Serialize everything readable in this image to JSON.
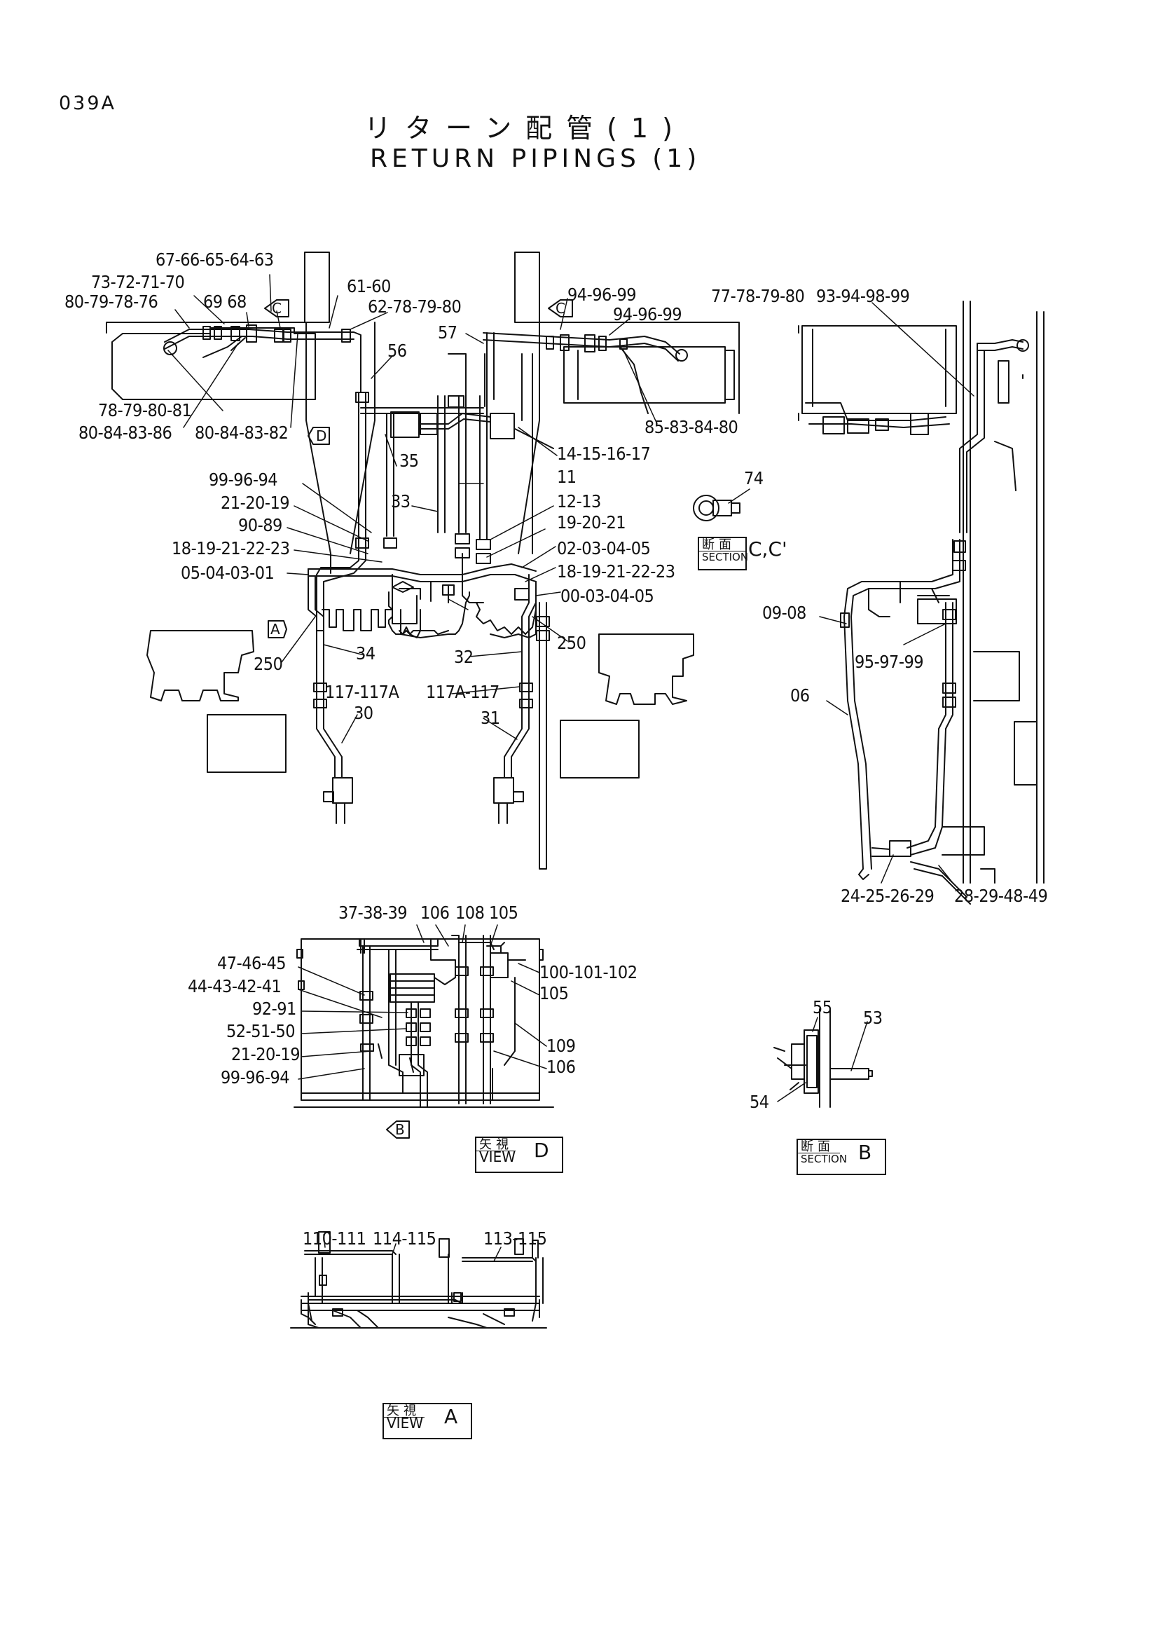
{
  "header": {
    "page_code": "039A",
    "title_jp": "リターン配管(1)",
    "title_en": "RETURN PIPINGS (1)"
  },
  "callouts": {
    "c_67_63": "67-66-65-64-63",
    "c_73_70": "73-72-71-70",
    "c_80_76": "80-79-78-76",
    "c_69_68": "69 68",
    "c_61_60": "61-60",
    "c_62_80": "62-78-79-80",
    "c_56": "56",
    "c_78_81": "78-79-80-81",
    "c_80_86": "80-84-83-86",
    "c_80_82": "80-84-83-82",
    "c_94_99a": "94-96-99",
    "c_94_99b": "94-96-99",
    "c_77_80": "77-78-79-80",
    "c_57": "57",
    "c_85_80": "85-83-84-80",
    "c_93_99": "93-94-98-99",
    "c_14_17": "14-15-16-17",
    "c_35": "35",
    "c_11": "11",
    "c_33": "33",
    "c_12_13": "12-13",
    "c_19_21": "19-20-21",
    "c_99_94a": "99-96-94",
    "c_21_19a": "21-20-19",
    "c_90_89": "90-89",
    "c_18_23a": "18-19-21-22-23",
    "c_05_01": "05-04-03-01",
    "c_02_05": "02-03-04-05",
    "c_18_23b": "18-19-21-22-23",
    "c_00_05": "00-03-04-05",
    "c_74": "74",
    "c_250a": "250",
    "c_250b": "250",
    "c_34": "34",
    "c_32": "32",
    "c_117a": "117-117A",
    "c_117b": "117A-117",
    "c_30": "30",
    "c_31": "31",
    "c_09_08": "09-08",
    "c_95_99": "95-97-99",
    "c_06": "06",
    "c_24_29": "24-25-26-29",
    "c_28_49": "28-29-48-49",
    "c_37_39": "37-38-39",
    "c_106a": "106",
    "c_108": "108",
    "c_105a": "105",
    "c_47_45": "47-46-45",
    "c_44_41": "44-43-42-41",
    "c_92_91": "92-91",
    "c_52_50": "52-51-50",
    "c_21_19b": "21-20-19",
    "c_99_94b": "99-96-94",
    "c_100_102": "100-101-102",
    "c_105b": "105",
    "c_109": "109",
    "c_106b": "106",
    "c_55": "55",
    "c_53": "53",
    "c_54": "54",
    "c_110_111": "110-111",
    "c_114_115": "114-115",
    "c_113_115": "113-115"
  },
  "markers": {
    "c_left": "C",
    "c_right": "C",
    "d": "D",
    "a": "A",
    "b": "B"
  },
  "legend_boxes": {
    "section_cc": {
      "jp": "断面",
      "en": "SECTION",
      "tag": "C,C'"
    },
    "view_d": {
      "jp": "矢視",
      "en": "VIEW",
      "tag": "D"
    },
    "section_b": {
      "jp": "断面",
      "en": "SECTION",
      "tag": "B"
    },
    "view_a": {
      "jp": "矢視",
      "en": "VIEW",
      "tag": "A"
    }
  }
}
